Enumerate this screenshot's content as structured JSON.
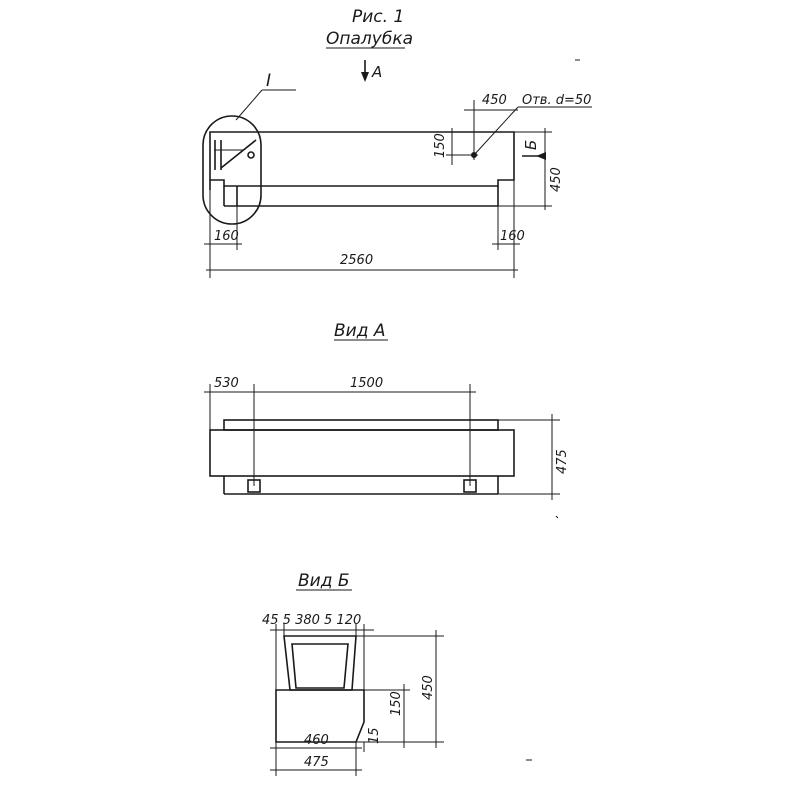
{
  "fig1": {
    "title": "Рис. 1",
    "subtitle": "Опалубка",
    "view_a_mark": "А",
    "detail_mark": "I",
    "hole_label": "Отв. d=50",
    "dim_450_top": "450",
    "dim_150": "150",
    "dim_450_right": "450",
    "section_b_mark": "Б",
    "dim_160_left": "160",
    "dim_160_right": "160",
    "dim_2560": "2560"
  },
  "view_a": {
    "title": "Вид А",
    "dim_530": "530",
    "dim_1500": "1500",
    "dim_475": "475"
  },
  "view_b": {
    "title": "Вид Б",
    "dims_top": "45 5 380 5 120",
    "dim_450": "450",
    "dim_150": "150",
    "dim_460": "460",
    "dim_15": "15",
    "dim_475": "475"
  }
}
